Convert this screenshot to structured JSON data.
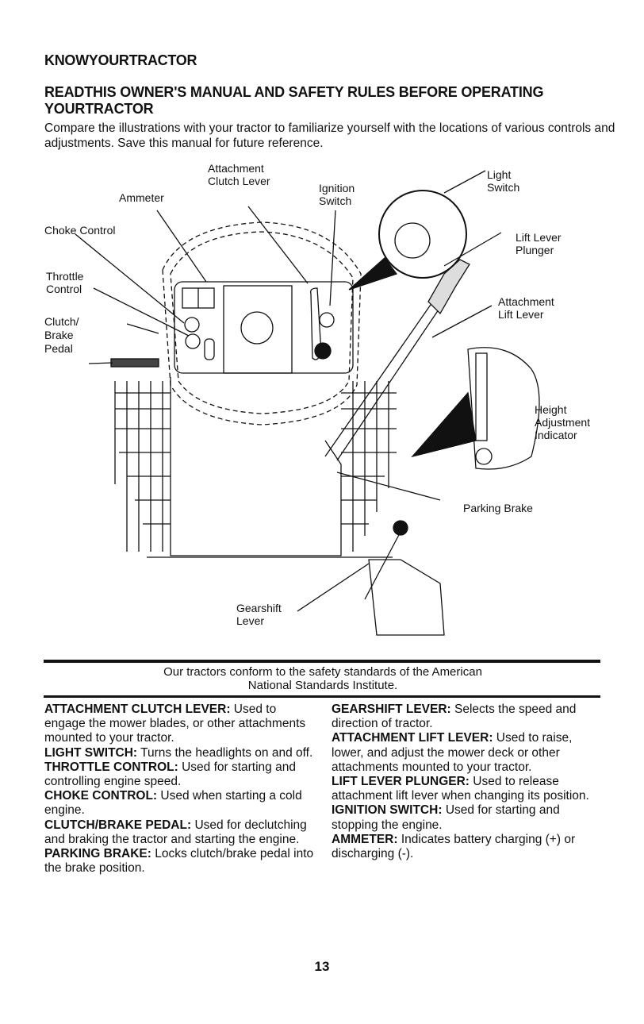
{
  "heading": "KNOWYOURTRACTOR",
  "subheading": "READTHIS OWNER'S MANUAL AND SAFETY RULES BEFORE OPERATING YOURTRACTOR",
  "intro": "Compare the illustrations with your tractor to familiarize yourself with the locations of various controls and adjustments. Save this manual for future reference.",
  "diagram": {
    "labels": {
      "attachment_clutch_lever": [
        "Attachment",
        "Clutch Lever"
      ],
      "ammeter": "Ammeter",
      "ignition_switch": [
        "Ignition",
        "Switch"
      ],
      "light_switch": [
        "Light",
        "Switch"
      ],
      "choke_control": "Choke Control",
      "lift_lever_plunger": [
        "Lift Lever",
        "Plunger"
      ],
      "throttle_control": [
        "Throttle",
        "Control"
      ],
      "attachment_lift_lever": [
        "Attachment",
        "Lift Lever"
      ],
      "clutch_brake_pedal": [
        "Clutch/",
        "Brake",
        "Pedal"
      ],
      "height_adjustment_indicator": [
        "Height",
        "Adjustment",
        "Indicator"
      ],
      "parking_brake": "Parking Brake",
      "gearshift_lever": [
        "Gearshift",
        "Lever"
      ]
    }
  },
  "conformance": [
    "Our tractors conform to the safety standards of the American",
    "National Standards Institute."
  ],
  "definitions_left": [
    {
      "term": "ATTACHMENT CLUTCH LEVER:",
      "text": "Used to engage the mower blades, or other attachments mounted to your tractor."
    },
    {
      "term": "LIGHT SWITCH:",
      "text": "Turns the headlights on and off."
    },
    {
      "term": "THROTTLE CONTROL:",
      "text": "Used for starting and controlling engine speed."
    },
    {
      "term": "CHOKE CONTROL:",
      "text": "Used when starting a cold engine."
    },
    {
      "term": "CLUTCH/BRAKE PEDAL:",
      "text": "Used for declutching and braking the tractor and starting the engine."
    },
    {
      "term": "PARKING BRAKE:",
      "text": "Locks clutch/brake pedal into the brake position."
    }
  ],
  "definitions_right": [
    {
      "term": "GEARSHIFT LEVER:",
      "text": "Selects the speed and direction of tractor."
    },
    {
      "term": "ATTACHMENT LIFT LEVER:",
      "text": "Used to raise, lower, and adjust the mower deck or other attachments mounted to your tractor."
    },
    {
      "term": "LIFT LEVER PLUNGER:",
      "text": "Used to release attachment lift lever when changing its position."
    },
    {
      "term": "IGNITION SWITCH:",
      "text": "Used for starting and stopping the engine."
    },
    {
      "term": "AMMETER:",
      "text": "Indicates battery charging (+) or discharging (-)."
    }
  ],
  "page_number": "13"
}
